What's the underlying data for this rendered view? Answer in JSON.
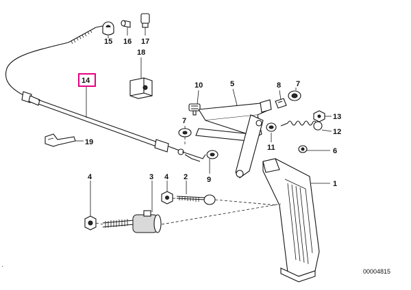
{
  "diagram": {
    "highlight_color": "#e6007e",
    "highlighted_callout": "14",
    "reference_number": "00004815",
    "callouts": {
      "c1": "1",
      "c2": "2",
      "c3": "3",
      "c4": "4",
      "c5": "5",
      "c6": "6",
      "c7": "7",
      "c8": "8",
      "c9": "9",
      "c10": "10",
      "c11": "11",
      "c12": "12",
      "c13": "13",
      "c14": "14",
      "c15": "15",
      "c16": "16",
      "c17": "17",
      "c18": "18",
      "c19": "19"
    }
  }
}
